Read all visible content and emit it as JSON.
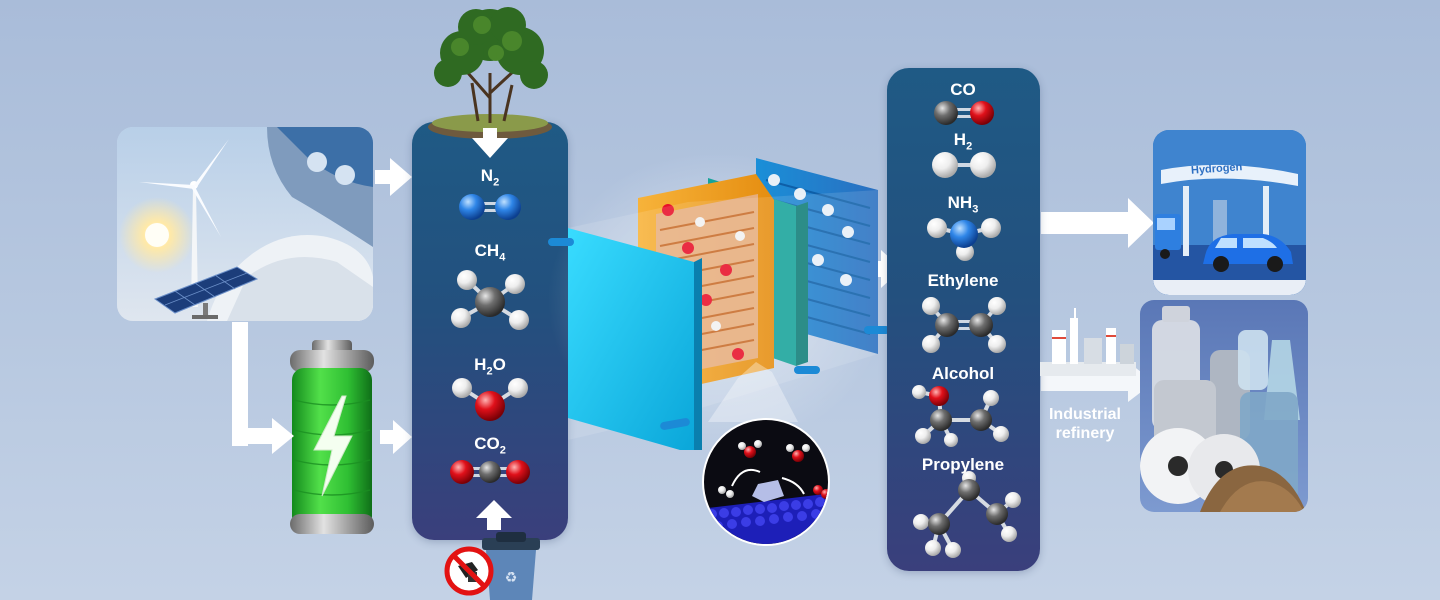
{
  "feedstock_panel": {
    "n2": {
      "main": "N",
      "sub": "2"
    },
    "ch4": {
      "main": "CH",
      "sub": "4"
    },
    "h2o": {
      "main": "H",
      "sub": "2",
      "tail": "O"
    },
    "co2": {
      "main": "CO",
      "sub": "2"
    }
  },
  "product_panel": {
    "co": "CO",
    "h2": {
      "main": "H",
      "sub": "2"
    },
    "nh3": {
      "main": "NH",
      "sub": "3"
    },
    "ethylene": "Ethylene",
    "alcohol": "Alcohol",
    "propylene": "Propylene"
  },
  "station_sign": "Hydrogen",
  "refinery_caption": {
    "line1": "Industrial",
    "line2": "refinery"
  },
  "colors": {
    "background": "#b2c4dd",
    "panel_top": "#1f5a85",
    "panel_bottom": "#3a3f7c",
    "nitrogen_atom": "#2f86e8",
    "oxygen_atom": "#e0101a",
    "carbon_atom": "#6e6e6e",
    "hydrogen_atom": "#f0f0f0",
    "battery_green": "#37c83a",
    "electrolyzer_cyan": "#19c6ee",
    "electrolyzer_orange": "#f2a21c",
    "electrolyzer_teal": "#17a39a",
    "arrow": "#ffffff"
  }
}
